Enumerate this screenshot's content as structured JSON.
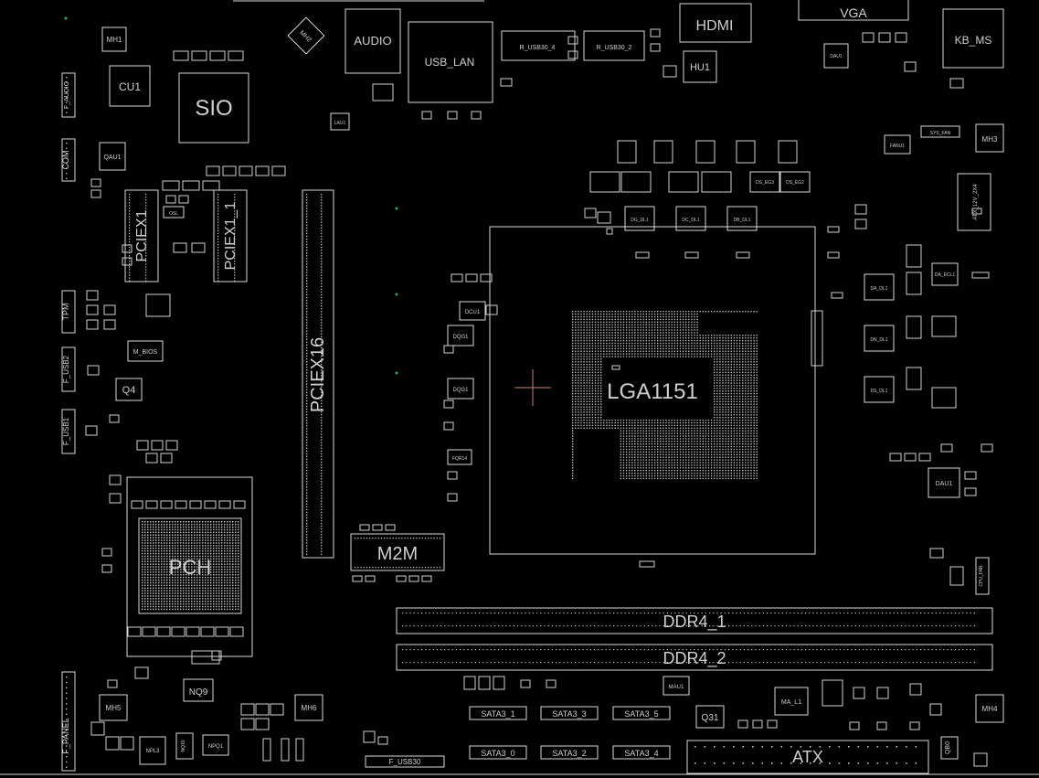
{
  "labels": {
    "sio": "SIO",
    "audio": "AUDIO",
    "usb_lan": "USB_LAN",
    "r_usb30_4": "R_USB30_4",
    "r_usb30_2": "R_USB30_2",
    "hdmi": "HDMI",
    "vga": "VGA",
    "kb_ms": "KB_MS",
    "cu1": "CU1",
    "mh1": "MH1",
    "mh2": "MH2",
    "mh3": "MH3",
    "mh4": "MH4",
    "mh5": "MH5",
    "mh6": "MH6",
    "hu1": "HU1",
    "qau1": "QAU1",
    "lau1": "LAU1",
    "pciex1": "PCIEX1",
    "pciex1_1": "PCIEX1_1",
    "pciex16": "PCIEX16",
    "lga1151": "LGA1151",
    "m2m": "M2M",
    "pch": "PCH",
    "ddr4_1": "DDR4_1",
    "ddr4_2": "DDR4_2",
    "atx": "ATX",
    "atx_12v_2x4": "ATX_12V_2X4",
    "q31": "Q31",
    "q4": "Q4",
    "nq9": "NQ9",
    "m_bios": "M_BIOS",
    "f_audio": "F_AUDIO",
    "com": "COM",
    "tpm": "TPM",
    "f_usb2": "F_USB2",
    "f_usb1": "F_USB1",
    "f_panel": "F_PANEL",
    "f_usb30": "F_USB30",
    "sata3_1": "SATA3_1",
    "sata3_3": "SATA3_3",
    "sata3_5": "SATA3_5",
    "sata3_0": "SATA3_0",
    "sata3_2": "SATA3_2",
    "sata3_4": "SATA3_4",
    "dau1": "DAU1",
    "dau1_b": "DAU1",
    "mau1": "MAU1",
    "ma_l1": "MA_L1",
    "dcu1": "DCU1",
    "dqg1": "DQG1",
    "dqg1_b": "DQG1",
    "sys_fan": "SYS_FAN",
    "cpu_fan": "CPU_FAN",
    "fanu1": "FANU1",
    "npl3": "NPL3",
    "nq10": "NQ10",
    "npq1": "NPQ1",
    "qb0": "QB0",
    "dg_dl1": "DG_DL1",
    "dc_dl1": "DC_DL1",
    "da_dl1": "DA_DL1",
    "db_dl1": "DB_DL1",
    "dn_dl1": "DN_DL1",
    "ds_dl1": "DS_DL1",
    "ds_eg3": "DS_EG3",
    "ds_eg2": "DS_EG2",
    "da_ecl1": "DA_ECL1",
    "fqr14": "FQR14",
    "osl": "OSL"
  },
  "colors": {
    "background": "#000000",
    "outline": "#d8d8d8",
    "marker": "#c08080",
    "accent": "#2ea87a"
  }
}
